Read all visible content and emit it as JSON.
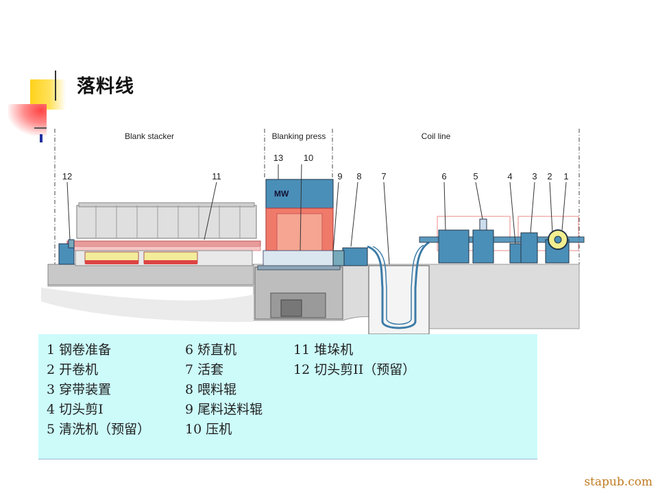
{
  "slide": {
    "title": "落料线",
    "watermark": "stapub.com"
  },
  "sections": [
    "Blank stacker",
    "Blanking press",
    "Coil line"
  ],
  "callouts": [
    "12",
    "11",
    "13",
    "10",
    "9",
    "8",
    "7",
    "6",
    "5",
    "4",
    "3",
    "2",
    "1"
  ],
  "legend": [
    "1 钢卷准备",
    "2 开卷机",
    "3 穿带装置",
    "4 切头剪I",
    "5 清洗机（预留）",
    "6 矫直机",
    "7 活套",
    "8 喂料辊",
    "9 尾料送料辊",
    "10 压机",
    "11 堆垛机",
    "12 切头剪II（预留）"
  ],
  "colors": {
    "machine_blue": "#4a8fb8",
    "press_red": "#f07a6a",
    "legend_bg": "#ccfbfa"
  }
}
